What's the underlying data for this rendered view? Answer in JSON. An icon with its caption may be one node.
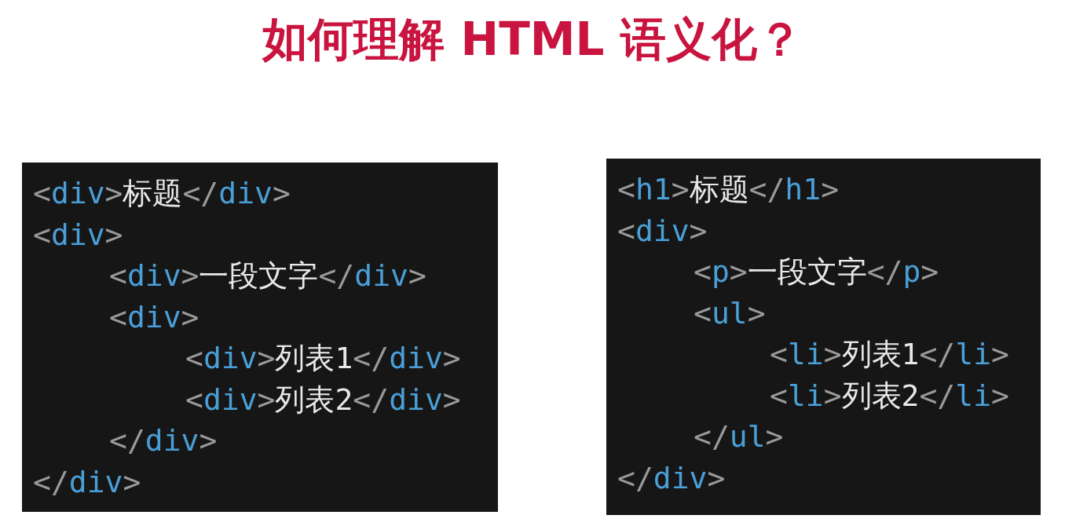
{
  "diagram": {
    "title": "如何理解 HTML 语义化？",
    "nodes": [
      {
        "text": [
          "<div>标题</div>",
          "<div>",
          "<div>一段文字</div>",
          "<div>",
          "<div>列表1</div>",
          "<div>列表2</div>",
          "</div>",
          "</div>"
        ]
      },
      {
        "text": [
          "<h1>标题</h1>",
          "<div>",
          "<p>一段文字</p>",
          "<ul>",
          "<li>列表1</li>",
          "<li>列表2</li>",
          "</ul>",
          "</div>"
        ]
      }
    ]
  }
}
